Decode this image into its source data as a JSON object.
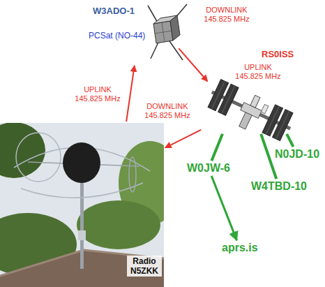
{
  "diagram": {
    "nodes": [
      {
        "text": [
          "W3ADO-1",
          "PCSat (NO-44)"
        ]
      },
      {
        "text": [
          "RS0ISS"
        ]
      },
      {
        "text": [
          "Radio N5ZKK"
        ]
      },
      {
        "text": [
          "N0JD-10"
        ]
      },
      {
        "text": [
          "W0JW-6"
        ]
      },
      {
        "text": [
          "W4TBD-10"
        ]
      },
      {
        "text": [
          "aprs.is"
        ]
      }
    ],
    "edges": [
      {
        "from": 0,
        "to": 1,
        "label": "DOWNLINK 145.825 MHz",
        "arrow": "to"
      },
      {
        "from": 2,
        "to": 0,
        "label": "UPLINK 145.825 MHz",
        "arrow": "to"
      },
      {
        "from": 1,
        "to": 2,
        "label": "DOWNLINK 145.825 MHz",
        "arrow": "to"
      },
      {
        "from": 1,
        "to": 3,
        "arrow": "none"
      },
      {
        "from": 1,
        "to": 4,
        "arrow": "none"
      },
      {
        "from": 1,
        "to": 5,
        "arrow": "none"
      },
      {
        "from": 4,
        "to": 6,
        "arrow": "to"
      }
    ],
    "labels": [
      "UPLINK 145.825 MHz"
    ]
  }
}
